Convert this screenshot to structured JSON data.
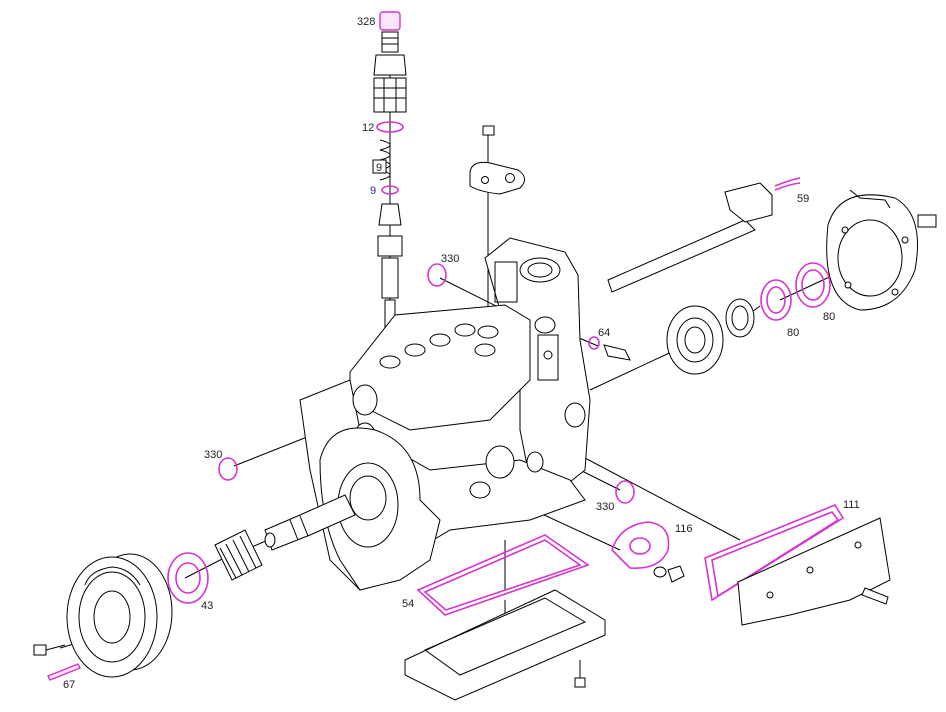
{
  "diagram": {
    "labels": [
      {
        "id": "328",
        "text": "328"
      },
      {
        "id": "12",
        "text": "12"
      },
      {
        "id": "9a",
        "text": "9"
      },
      {
        "id": "9b",
        "text": "9"
      },
      {
        "id": "59",
        "text": "59"
      },
      {
        "id": "330a",
        "text": "330"
      },
      {
        "id": "64",
        "text": "64"
      },
      {
        "id": "80a",
        "text": "80"
      },
      {
        "id": "80b",
        "text": "80"
      },
      {
        "id": "330b",
        "text": "330"
      },
      {
        "id": "330c",
        "text": "330"
      },
      {
        "id": "111",
        "text": "111"
      },
      {
        "id": "116",
        "text": "116"
      },
      {
        "id": "54",
        "text": "54"
      },
      {
        "id": "43",
        "text": "43"
      },
      {
        "id": "67",
        "text": "67"
      }
    ],
    "colors": {
      "line": "#000000",
      "highlight": "#d633d0",
      "label_blue": "#2a2ab0"
    }
  }
}
